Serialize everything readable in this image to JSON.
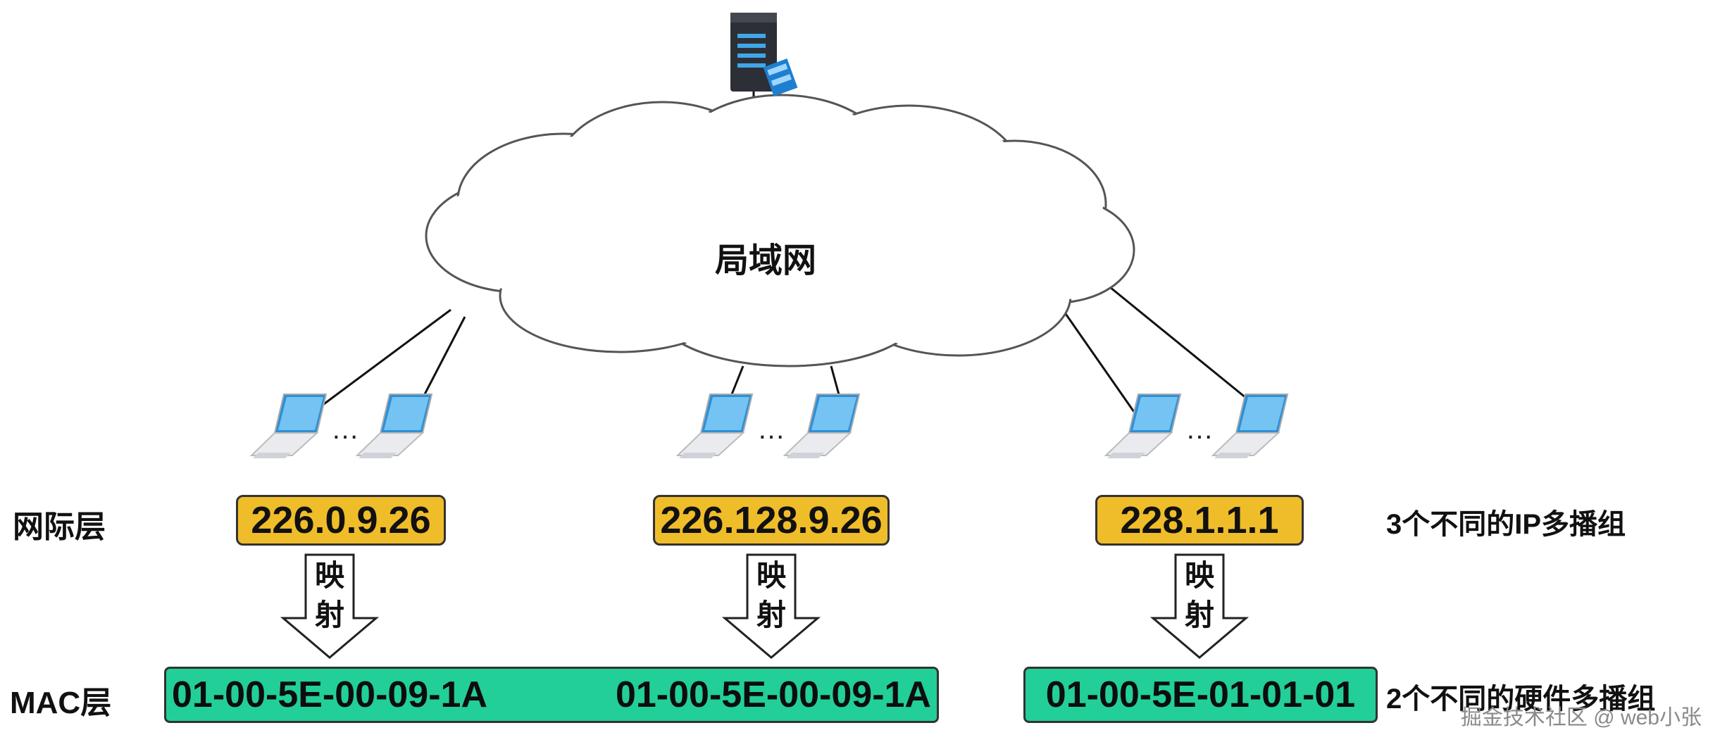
{
  "cloud": {
    "label": "局域网"
  },
  "layers": {
    "network": "网际层",
    "mac": "MAC层"
  },
  "notes": {
    "ip_groups": "3个不同的IP多播组",
    "hw_groups": "2个不同的硬件多播组"
  },
  "ip_addresses": [
    "226.0.9.26",
    "226.128.9.26",
    "228.1.1.1"
  ],
  "mapping": {
    "char1": "映",
    "char2": "射"
  },
  "mac_addresses": [
    "01-00-5E-00-09-1A",
    "01-00-5E-00-09-1A",
    "01-00-5E-01-01-01"
  ],
  "ellipsis": "…",
  "watermark": "掘金技术社区 @ web小张",
  "colors": {
    "ip_box": "#f0bd2a",
    "mac_box": "#22cf98",
    "screen": "#3fa7e8"
  }
}
